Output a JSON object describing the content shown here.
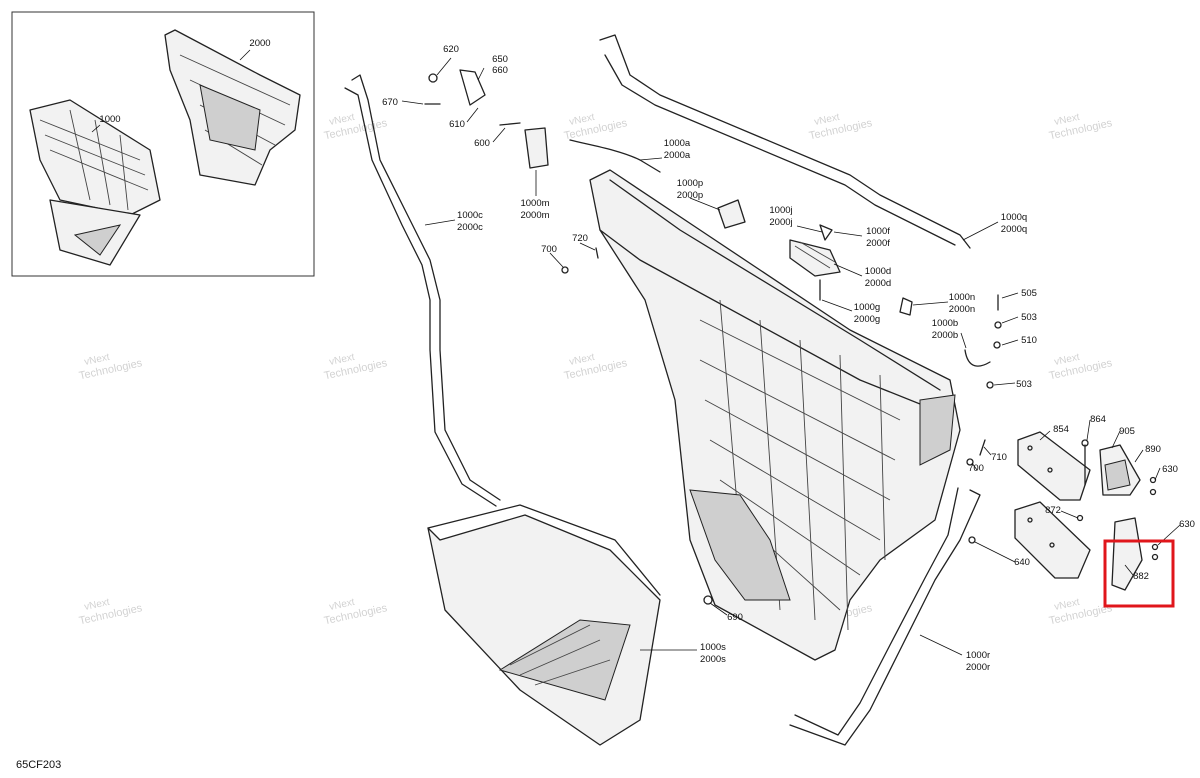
{
  "drawing_id": "65CF203",
  "watermark_text": [
    "vNext",
    "Technologies"
  ],
  "highlight_color": "#e0161b",
  "inset": {
    "callouts": [
      "1000",
      "2000"
    ]
  },
  "callouts": {
    "c620": "620",
    "c650": "650",
    "c660": "660",
    "c670": "670",
    "c610": "610",
    "c600": "600",
    "c1000m": "1000m",
    "c2000m": "2000m",
    "c1000a": "1000a",
    "c2000a": "2000a",
    "c1000p": "1000p",
    "c2000p": "2000p",
    "c1000j": "1000j",
    "c2000j": "2000j",
    "c1000f": "1000f",
    "c2000f": "2000f",
    "c1000d": "1000d",
    "c2000d": "2000d",
    "c1000g": "1000g",
    "c2000g": "2000g",
    "c1000q": "1000q",
    "c2000q": "2000q",
    "c1000c": "1000c",
    "c2000c": "2000c",
    "c700a": "700",
    "c720": "720",
    "c1000n": "1000n",
    "c2000n": "2000n",
    "c1000b": "1000b",
    "c2000b": "2000b",
    "c505": "505",
    "c503a": "503",
    "c510": "510",
    "c503b": "503",
    "c854": "854",
    "c864": "864",
    "c905": "905",
    "c890": "890",
    "c630a": "630",
    "c700b": "700",
    "c710": "710",
    "c872": "872",
    "c630b": "630",
    "c640": "640",
    "c882": "882",
    "c690": "690",
    "c1000s": "1000s",
    "c2000s": "2000s",
    "c1000r": "1000r",
    "c2000r": "2000r"
  }
}
